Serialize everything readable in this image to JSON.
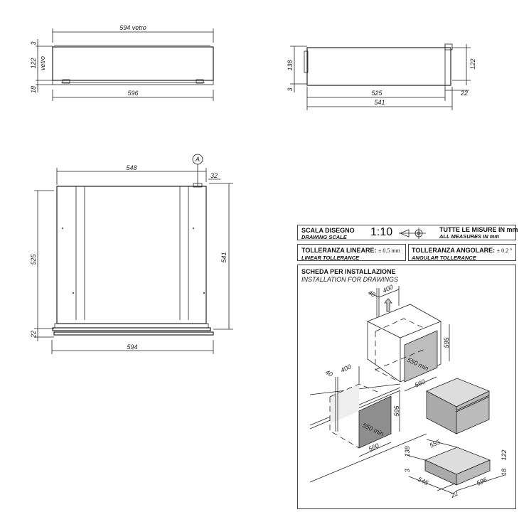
{
  "front_view": {
    "glass_width": "594  vetro",
    "width": "596",
    "top_gap": "3",
    "glass_height": "122",
    "glass_label": "vetro",
    "bottom_height": "18"
  },
  "side_view": {
    "total_height": "138",
    "gap": "3",
    "depth": "525",
    "total_depth": "541",
    "height": "122",
    "front": "22"
  },
  "top_view": {
    "inner_width": "548",
    "marker": "A",
    "offset": "32",
    "depth": "525",
    "total_depth": "541",
    "front": "22",
    "width": "594"
  },
  "title_block": {
    "scale_label": "SCALA DISEGNO",
    "scale_label_en": "DRAWING SCALE",
    "scale_value": "1:10",
    "units_label": "TUTTE LE MISURE IN mm",
    "units_label_en": "ALL MEASURES IN mm",
    "linear_label": "TOLLERANZA LINEARE:",
    "linear_value": "± 0.5 mm",
    "linear_label_en": "LINEAR TOLLERANCE",
    "angular_label": "TOLLERANZA ANGOLARE:",
    "angular_value": "± 0.2 °",
    "angular_label_en": "ANGULAR TOLLERANCE",
    "install_title": "SCHEDA PER INSTALLAZIONE",
    "install_title_en": "INSTALLATION FOR DRAWINGS"
  },
  "install": {
    "upper_gap": "40",
    "upper_vent": "400",
    "upper_height": "595",
    "upper_depth": "550 min",
    "upper_width": "560",
    "lower_gap": "40",
    "lower_vent": "400",
    "lower_height": "595",
    "lower_depth": "550 min",
    "lower_width": "560",
    "d_height_total": "138",
    "d_depth": "555",
    "d_height": "122",
    "d_gap": "3",
    "d_side": "545",
    "d_width": "596",
    "d_bottom": "18",
    "d_front": "22"
  }
}
